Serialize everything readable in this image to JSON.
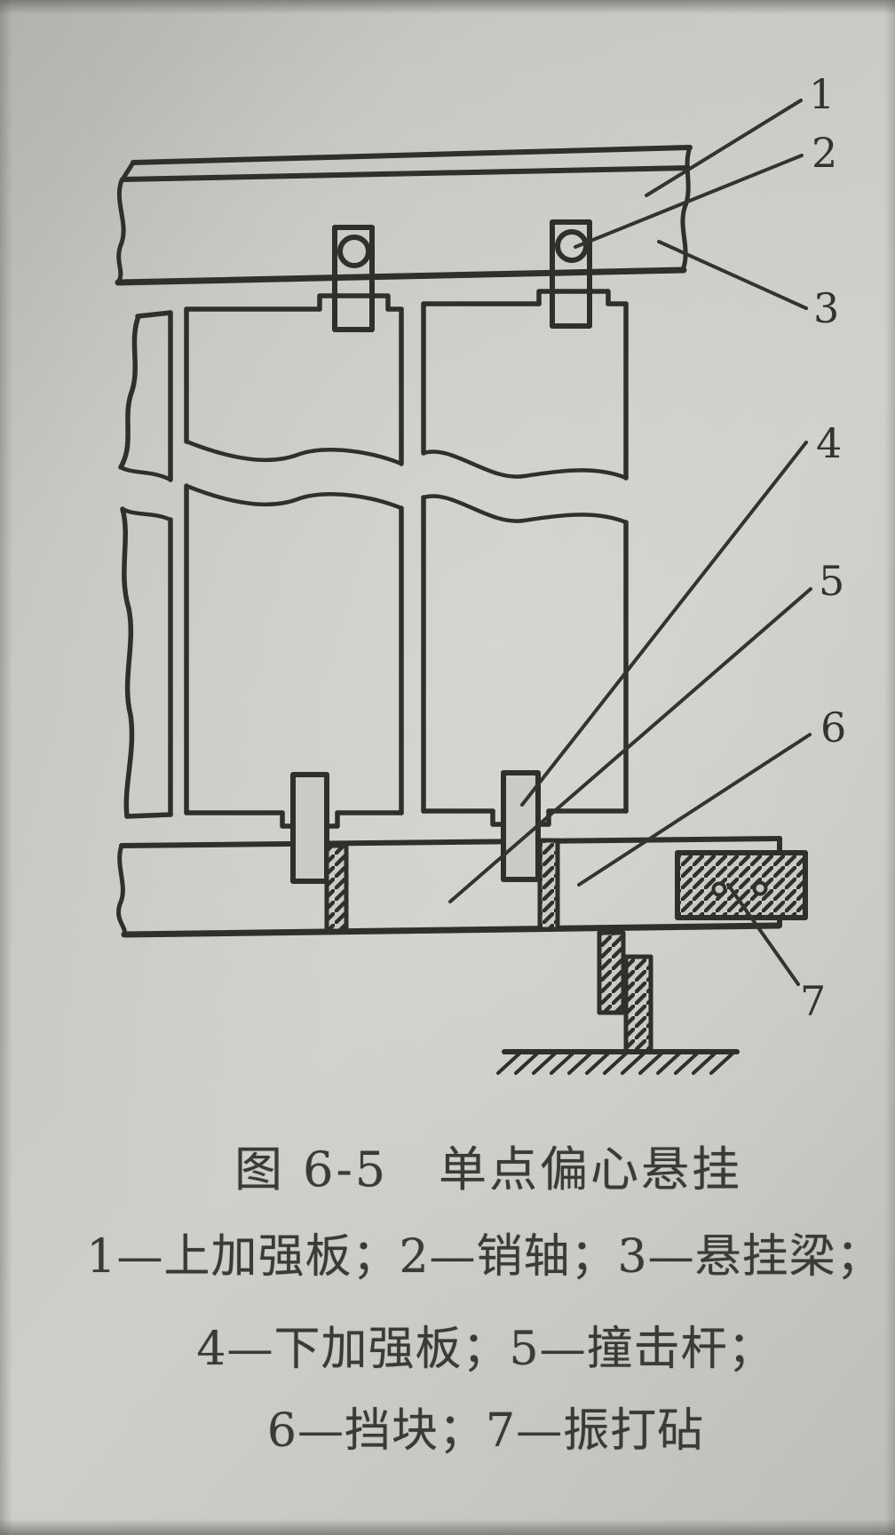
{
  "page": {
    "paper_color": "#c9c7c3",
    "ink_color": "#312f2b"
  },
  "figure": {
    "caption": "图 6-5　单点偏心悬挂",
    "legend_lines": [
      "1—上加强板；2—销轴；3—悬挂梁；",
      "4—下加强板；5—撞击杆；",
      "6—挡块；7—振打砧"
    ],
    "callouts": [
      "1",
      "2",
      "3",
      "4",
      "5",
      "6",
      "7"
    ],
    "parts": [
      {
        "number": "1",
        "name": "上加强板"
      },
      {
        "number": "2",
        "name": "销轴"
      },
      {
        "number": "3",
        "name": "悬挂梁"
      },
      {
        "number": "4",
        "name": "下加强板"
      },
      {
        "number": "5",
        "name": "撞击杆"
      },
      {
        "number": "6",
        "name": "挡块"
      },
      {
        "number": "7",
        "name": "振打砧"
      }
    ]
  }
}
